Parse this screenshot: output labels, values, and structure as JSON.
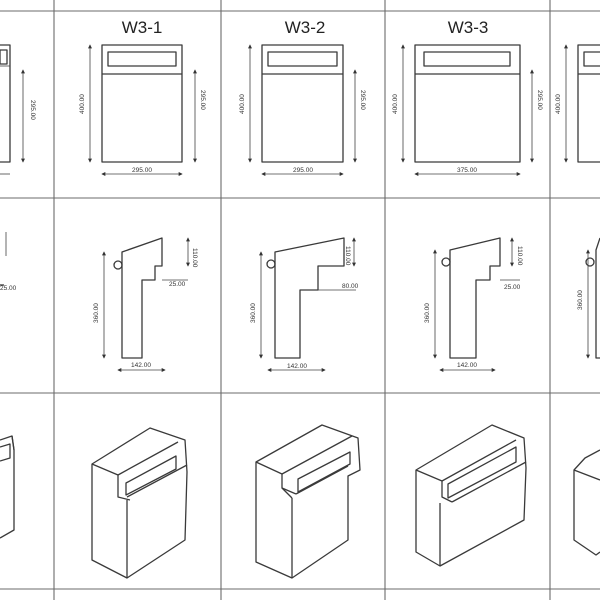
{
  "headers": [
    "",
    "W3-1",
    "W3-2",
    "W3-3",
    ""
  ],
  "columns": [
    {
      "front": {
        "height": "",
        "inner": "295.00",
        "width": ""
      },
      "side": {
        "top": "",
        "step": "25.00",
        "height": "",
        "depth": ""
      }
    },
    {
      "front": {
        "height": "400.00",
        "inner": "295.00",
        "width": "295.00"
      },
      "side": {
        "top": "110.00",
        "step": "25.00",
        "height": "360.00",
        "depth": "142.00"
      }
    },
    {
      "front": {
        "height": "400.00",
        "inner": "295.00",
        "width": "295.00"
      },
      "side": {
        "top": "110.00",
        "step": "80.00",
        "height": "360.00",
        "depth": "142.00"
      }
    },
    {
      "front": {
        "height": "400.00",
        "inner": "295.00",
        "width": "375.00"
      },
      "side": {
        "top": "110.00",
        "step": "25.00",
        "height": "360.00",
        "depth": "142.00"
      }
    },
    {
      "front": {
        "height": "400.00",
        "inner": "",
        "width": ""
      },
      "side": {
        "top": "",
        "step": "",
        "height": "360.00",
        "depth": ""
      }
    }
  ]
}
